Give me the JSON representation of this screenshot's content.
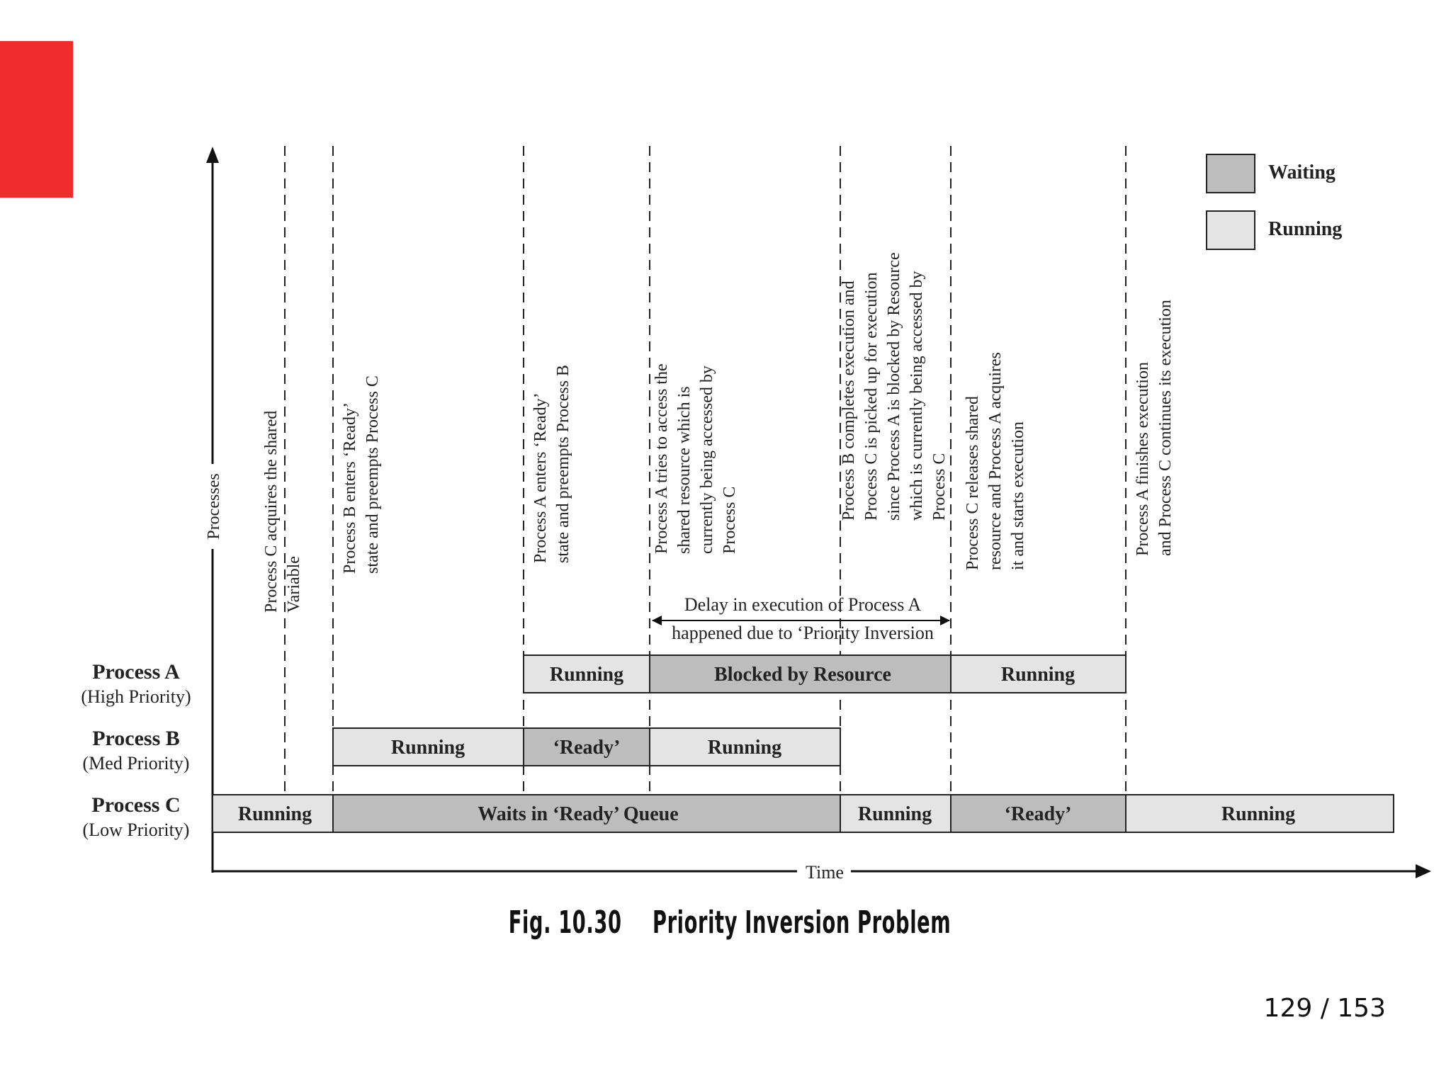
{
  "slide": {
    "page_number": "129 / 153",
    "caption_number": "Fig. 10.30",
    "caption_title": "Priority Inversion Problem"
  },
  "diagram": {
    "y_axis_label": "Processes",
    "x_axis_label": "Time",
    "legend": {
      "waiting": "Waiting",
      "running": "Running"
    },
    "colors": {
      "waiting": "#bdbdbd",
      "running": "#e4e4e4",
      "accent": "#ef2b2b"
    },
    "processes": [
      {
        "name": "Process A",
        "priority": "(High Priority)"
      },
      {
        "name": "Process B",
        "priority": "(Med Priority)"
      },
      {
        "name": "Process C",
        "priority": "(Low Priority)"
      }
    ],
    "segments": {
      "a1": "Running",
      "a2": "Blocked by Resource",
      "a3": "Running",
      "b1": "Running",
      "b2": "‘Ready’",
      "b3": "Running",
      "c1": "Running",
      "c2": "Waits in ‘Ready’ Queue",
      "c3": "Running",
      "c4": "‘Ready’",
      "c5": "Running"
    },
    "delay_note": {
      "line1": "Delay in execution of Process A",
      "line2": "happened due to ‘Priority Inversion"
    },
    "events": [
      [
        "Process C acquires the shared",
        "Variable"
      ],
      [
        "Process B enters ‘Ready’",
        "state and preempts Process C"
      ],
      [
        "Process A enters ‘Ready’",
        "state and preempts Process B"
      ],
      [
        "Process A tries to access the",
        "shared resource which is",
        "currently being accessed by",
        "Process C"
      ],
      [
        "Process B completes execution and",
        "Process C is picked up for execution",
        "since Process A is blocked by Resource",
        "which is currently being accessed by",
        "Process C"
      ],
      [
        "Process C releases shared",
        "resource and Process A acquires",
        "it and starts execution"
      ],
      [
        "Process A finishes execution",
        "and Process C continues its execution"
      ]
    ]
  }
}
